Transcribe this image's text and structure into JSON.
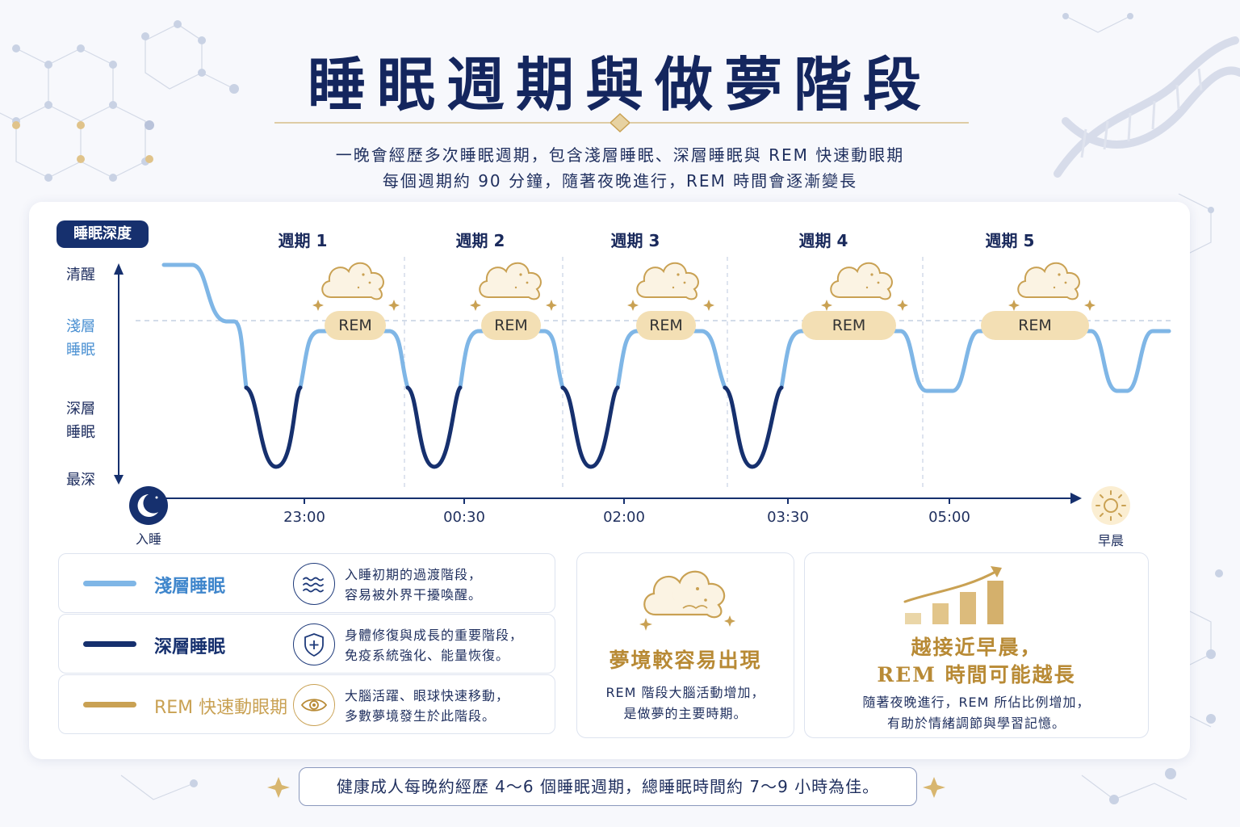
{
  "header": {
    "title": "睡眠週期與做夢階段",
    "subtitle_line1": "一晚會經歷多次睡眠週期，包含淺層睡眠、深層睡眠與 REM 快速動眼期",
    "subtitle_line2": "每個週期約 90 分鐘，隨著夜晚進行，REM 時間會逐漸變長"
  },
  "chart": {
    "depth_badge": "睡眠深度",
    "y_labels": {
      "awake": "清醒",
      "light": "淺層\n睡眠",
      "deep": "深層\n睡眠",
      "deepest": "最深"
    },
    "cycle_labels": [
      "週期 1",
      "週期 2",
      "週期 3",
      "週期 4",
      "週期 5"
    ],
    "rem_label": "REM",
    "time_labels": [
      "23:00",
      "00:30",
      "02:00",
      "03:30",
      "05:00"
    ],
    "start_label": "入睡",
    "end_label": "早晨"
  },
  "legend": [
    {
      "name": "淺層睡眠",
      "desc": "入睡初期的過渡階段，\n容易被外界干擾喚醒。",
      "color": "#7fb6e6",
      "icon": "waves-icon"
    },
    {
      "name": "深層睡眠",
      "desc": "身體修復與成長的重要階段，\n免疫系統強化、能量恢復。",
      "color": "#16306e",
      "icon": "shield-plus-icon"
    },
    {
      "name": "REM 快速動眼期",
      "desc": "大腦活躍、眼球快速移動，\n多數夢境發生於此階段。",
      "color": "#c9a153",
      "icon": "eye-icon"
    }
  ],
  "info_cards": {
    "dream": {
      "title": "夢境較容易出現",
      "desc": "REM 階段大腦活動增加，\n是做夢的主要時期。",
      "icon": "cloud-moon-icon"
    },
    "morning": {
      "title": "越接近早晨，\nREM 時間可能越長",
      "desc": "隨著夜晚進行，REM 所佔比例增加，\n有助於情緒調節與學習記憶。",
      "icon": "bar-growth-icon"
    }
  },
  "footer": {
    "text": "健康成人每晚約經歷 4～6 個睡眠週期，總睡眠時間約 7～9 小時為佳。"
  },
  "colors": {
    "navy": "#16306e",
    "light_blue": "#7fb6e6",
    "gold": "#c9a153",
    "rem_pill": "#f3dfb4"
  }
}
